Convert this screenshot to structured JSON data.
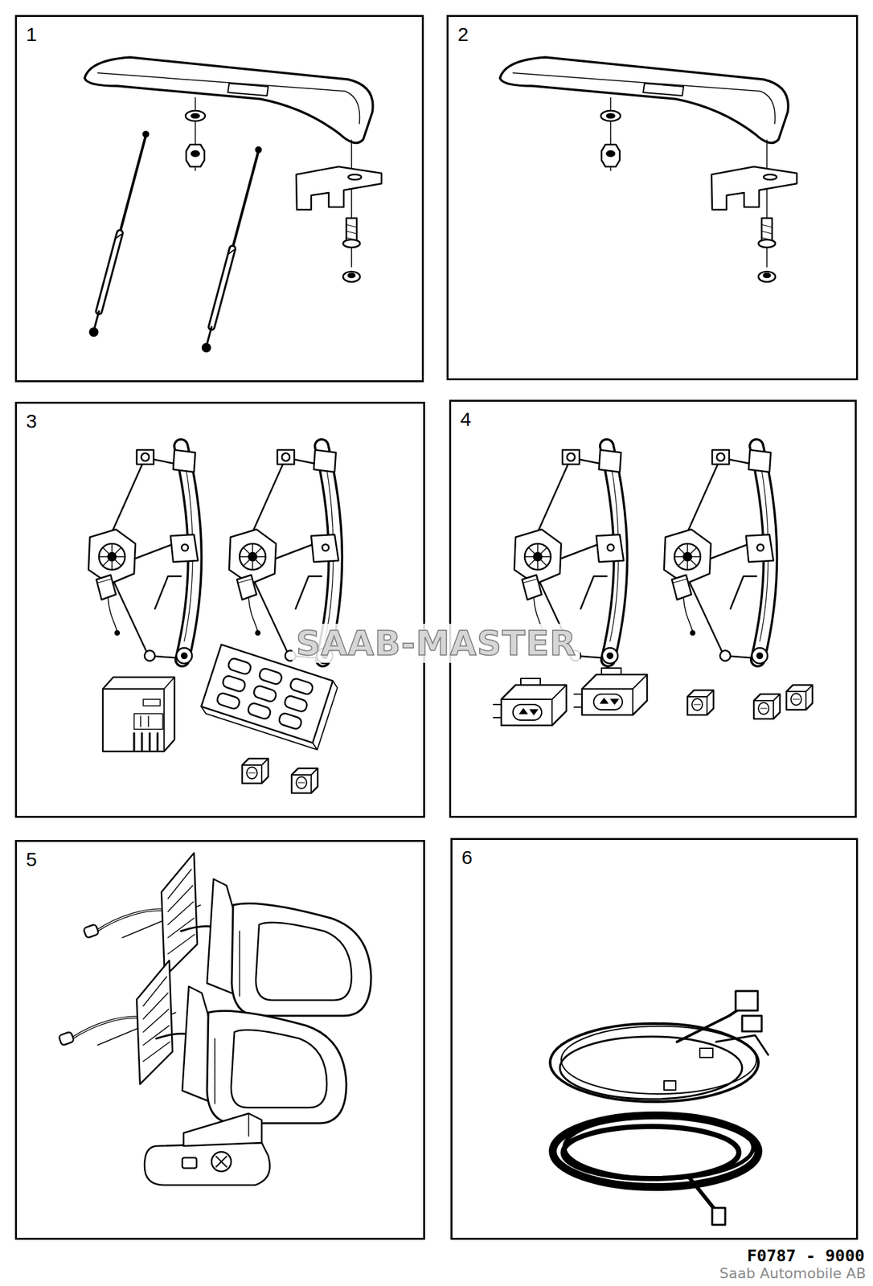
{
  "diagram": {
    "nodes": [
      {
        "text": [
          "1"
        ]
      },
      {
        "text": [
          "2"
        ]
      },
      {
        "text": [
          "3"
        ]
      },
      {
        "text": [
          "4"
        ]
      },
      {
        "text": [
          "5"
        ]
      },
      {
        "text": [
          "6"
        ]
      }
    ],
    "labels": [
      "SAAB-MASTER",
      "F0787 - 9000",
      "Saab Automobile AB"
    ]
  }
}
